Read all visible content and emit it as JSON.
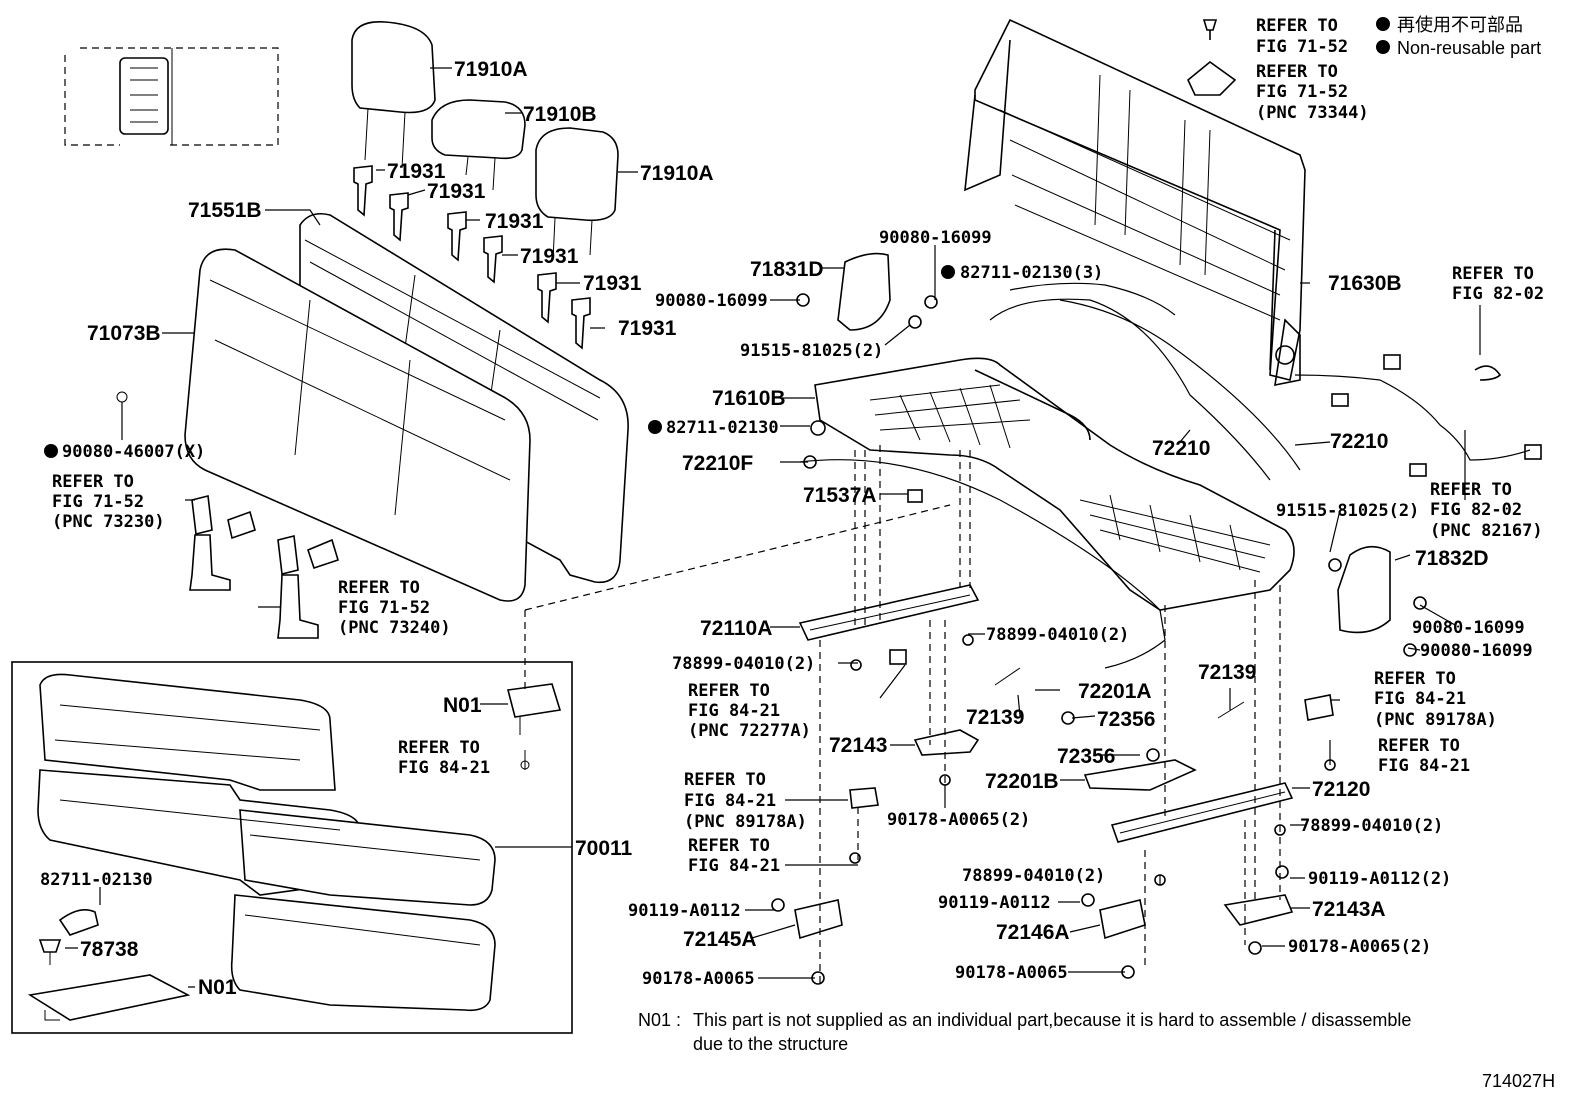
{
  "legend": {
    "jp": "再使用不可部品",
    "en": "Non-reusable part"
  },
  "labels": {
    "p71910A_1": "71910A",
    "p71910B": "71910B",
    "p71910A_2": "71910A",
    "p71931_1": "71931",
    "p71931_2": "71931",
    "p71931_3": "71931",
    "p71931_4": "71931",
    "p71931_5": "71931",
    "p71931_6": "71931",
    "p71551B": "71551B",
    "p71073B": "71073B",
    "p90080_46007": "90080-46007(X)",
    "ref_a1": "REFER TO",
    "ref_a2": "FIG 71-52",
    "ref_a3": "(PNC 73230)",
    "ref_b1": "REFER TO",
    "ref_b2": "FIG 71-52",
    "ref_b3": "(PNC 73240)",
    "p71831D": "71831D",
    "p90080_16099_a": "90080-16099",
    "p90080_16099_b": "90080-16099",
    "p82711_02130_3": "82711-02130(3)",
    "p91515_81025_a": "91515-81025(2)",
    "ref_c1": "REFER TO",
    "ref_c2": "FIG 71-52",
    "ref_d1": "REFER TO",
    "ref_d2": "FIG 71-52",
    "ref_d3": "(PNC 73344)",
    "p71630B": "71630B",
    "ref_e1": "REFER TO",
    "ref_e2": "FIG 82-02",
    "ref_f1": "REFER TO",
    "ref_f2": "FIG 82-02",
    "ref_f3": "(PNC 82167)",
    "p71610B": "71610B",
    "p82711_02130_b": "82711-02130",
    "p72210F": "72210F",
    "p72210_a": "72210",
    "p72210_b": "72210",
    "p71537A": "71537A",
    "p91515_81025_b": "91515-81025(2)",
    "p71832D": "71832D",
    "p90080_16099_c": "90080-16099",
    "p90080_16099_d": "90080-16099",
    "p72110A": "72110A",
    "p78899_a": "78899-04010(2)",
    "p78899_b": "78899-04010(2)",
    "ref_g1": "REFER TO",
    "ref_g2": "FIG 84-21",
    "ref_g3": "(PNC 72277A)",
    "p72201A": "72201A",
    "p72139_a": "72139",
    "p72139_b": "72139",
    "p72356_a": "72356",
    "p72356_b": "72356",
    "p72143": "72143",
    "p72201B": "72201B",
    "ref_h1": "REFER TO",
    "ref_h2": "FIG 84-21",
    "ref_h3": "(PNC 89178A)",
    "ref_i1": "REFER TO",
    "ref_i2": "FIG 84-21",
    "p72120": "72120",
    "ref_j1": "REFER TO",
    "ref_j2": "FIG 84-21",
    "ref_j3": "(PNC 89178A)",
    "ref_k1": "REFER TO",
    "ref_k2": "FIG 84-21",
    "p90178_a": "90178-A0065(2)",
    "p78899_c": "78899-04010(2)",
    "p78899_d": "78899-04010(2)",
    "p90119_a": "90119-A0112",
    "p90119_b": "90119-A0112",
    "p90119_c": "90119-A0112(2)",
    "p72145A": "72145A",
    "p72146A": "72146A",
    "p72143A": "72143A",
    "p90178_b": "90178-A0065",
    "p90178_c": "90178-A0065",
    "p90178_d": "90178-A0065(2)",
    "n01_top": "N01",
    "ref_l1": "REFER TO",
    "ref_l2": "FIG 84-21",
    "p70011": "70011",
    "p82711_02130_c": "82711-02130",
    "p78738": "78738",
    "n01_bottom": "N01"
  },
  "note": {
    "code": "N01 :",
    "line1": "This part is not supplied as an individual part,because it is hard to assemble / disassemble",
    "line2": "due to the structure"
  },
  "figure_id": "714027H"
}
